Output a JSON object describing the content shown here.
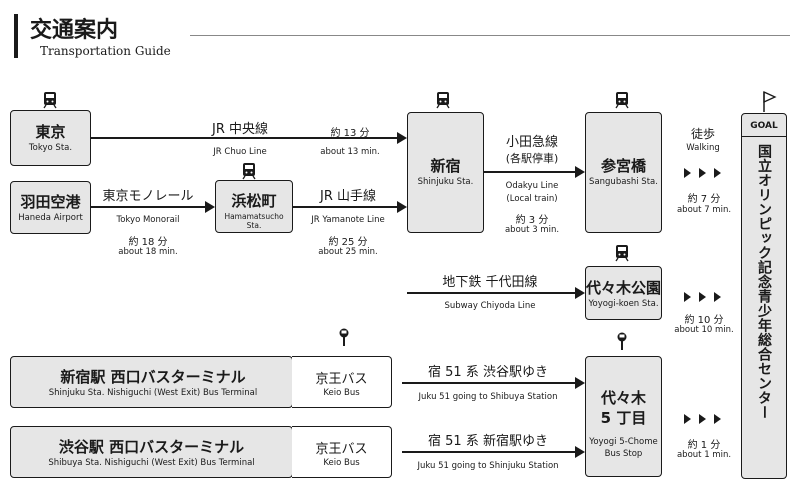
{
  "header": {
    "title": "交通案内",
    "subtitle": "Transportation Guide"
  },
  "stations": {
    "tokyo": {
      "ja": "東京",
      "en": "Tokyo Sta."
    },
    "haneda": {
      "ja": "羽田空港",
      "en": "Haneda Airport"
    },
    "hamamatsucho": {
      "ja": "浜松町",
      "en": "Hamamatsucho Sta."
    },
    "shinjuku": {
      "ja": "新宿",
      "en": "Shinjuku Sta."
    },
    "sangubashi": {
      "ja": "参宮橋",
      "en": "Sangubashi Sta."
    },
    "yoyogikoen": {
      "ja": "代々木公園",
      "en": "Yoyogi-koen Sta."
    },
    "yoyogi5": {
      "ja1": "代々木",
      "ja2": "5 丁目",
      "en1": "Yoyogi 5-Chome",
      "en2": "Bus Stop"
    },
    "shinjuku_bus": {
      "ja": "新宿駅 西口バスターミナル",
      "en": "Shinjuku Sta. Nishiguchi (West Exit) Bus Terminal",
      "op_ja": "京王バス",
      "op_en": "Keio Bus"
    },
    "shibuya_bus": {
      "ja": "渋谷駅 西口バスターミナル",
      "en": "Shibuya Sta. Nishiguchi (West Exit) Bus Terminal",
      "op_ja": "京王バス",
      "op_en": "Keio Bus"
    }
  },
  "routes": {
    "chuo": {
      "ja": "JR 中央線",
      "en": "JR Chuo Line",
      "time_ja": "約 13 分",
      "time_en": "about 13 min."
    },
    "monorail": {
      "ja": "東京モノレール",
      "en": "Tokyo Monorail",
      "time_ja": "約 18 分",
      "time_en": "about 18 min."
    },
    "yamanote": {
      "ja": "JR 山手線",
      "en": "JR Yamanote Line",
      "time_ja": "約 25 分",
      "time_en": "about 25 min."
    },
    "odakyu": {
      "ja": "小田急線",
      "ja2": "(各駅停車)",
      "en": "Odakyu Line",
      "en2": "(Local train)",
      "time_ja": "約 3 分",
      "time_en": "about 3 min."
    },
    "chiyoda": {
      "ja": "地下鉄 千代田線",
      "en": "Subway Chiyoda Line"
    },
    "bus51a": {
      "ja": "宿 51 系 渋谷駅ゆき",
      "en": "Juku 51 going to Shibuya Station"
    },
    "bus51b": {
      "ja": "宿 51 系 新宿駅ゆき",
      "en": "Juku 51 going to Shinjuku Station"
    }
  },
  "walks": {
    "walk_label_ja": "徒歩",
    "walk_label_en": "Walking",
    "w1_ja": "約 7 分",
    "w1_en": "about 7 min.",
    "w2_ja": "約 10 分",
    "w2_en": "about 10 min.",
    "w3_ja": "約 1 分",
    "w3_en": "about 1 min."
  },
  "goal": {
    "label": "GOAL",
    "name": "国立オリンピック記念青少年総合センター"
  },
  "icons": [
    "train-icon",
    "bus-stop-icon",
    "goal-flag-icon",
    "arrow-right-icon"
  ]
}
